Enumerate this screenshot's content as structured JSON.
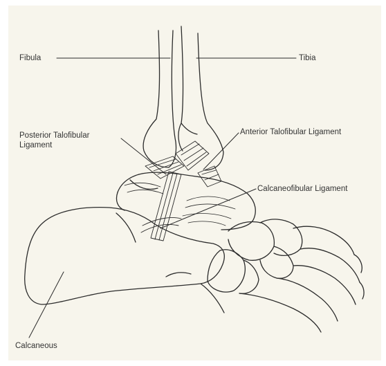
{
  "labels": {
    "fibula": "Fibula",
    "tibia": "Tibia",
    "posterior_talofibular": "Posterior Talofibular\nLigament",
    "anterior_talofibular": "Anterior Talofibular Ligament",
    "calcaneofibular": "Calcaneofibular Ligament",
    "calcaneous": "Calcaneous"
  },
  "colors": {
    "background": "#f7f5ec",
    "ink": "#2b2b2b",
    "text": "#333333"
  }
}
